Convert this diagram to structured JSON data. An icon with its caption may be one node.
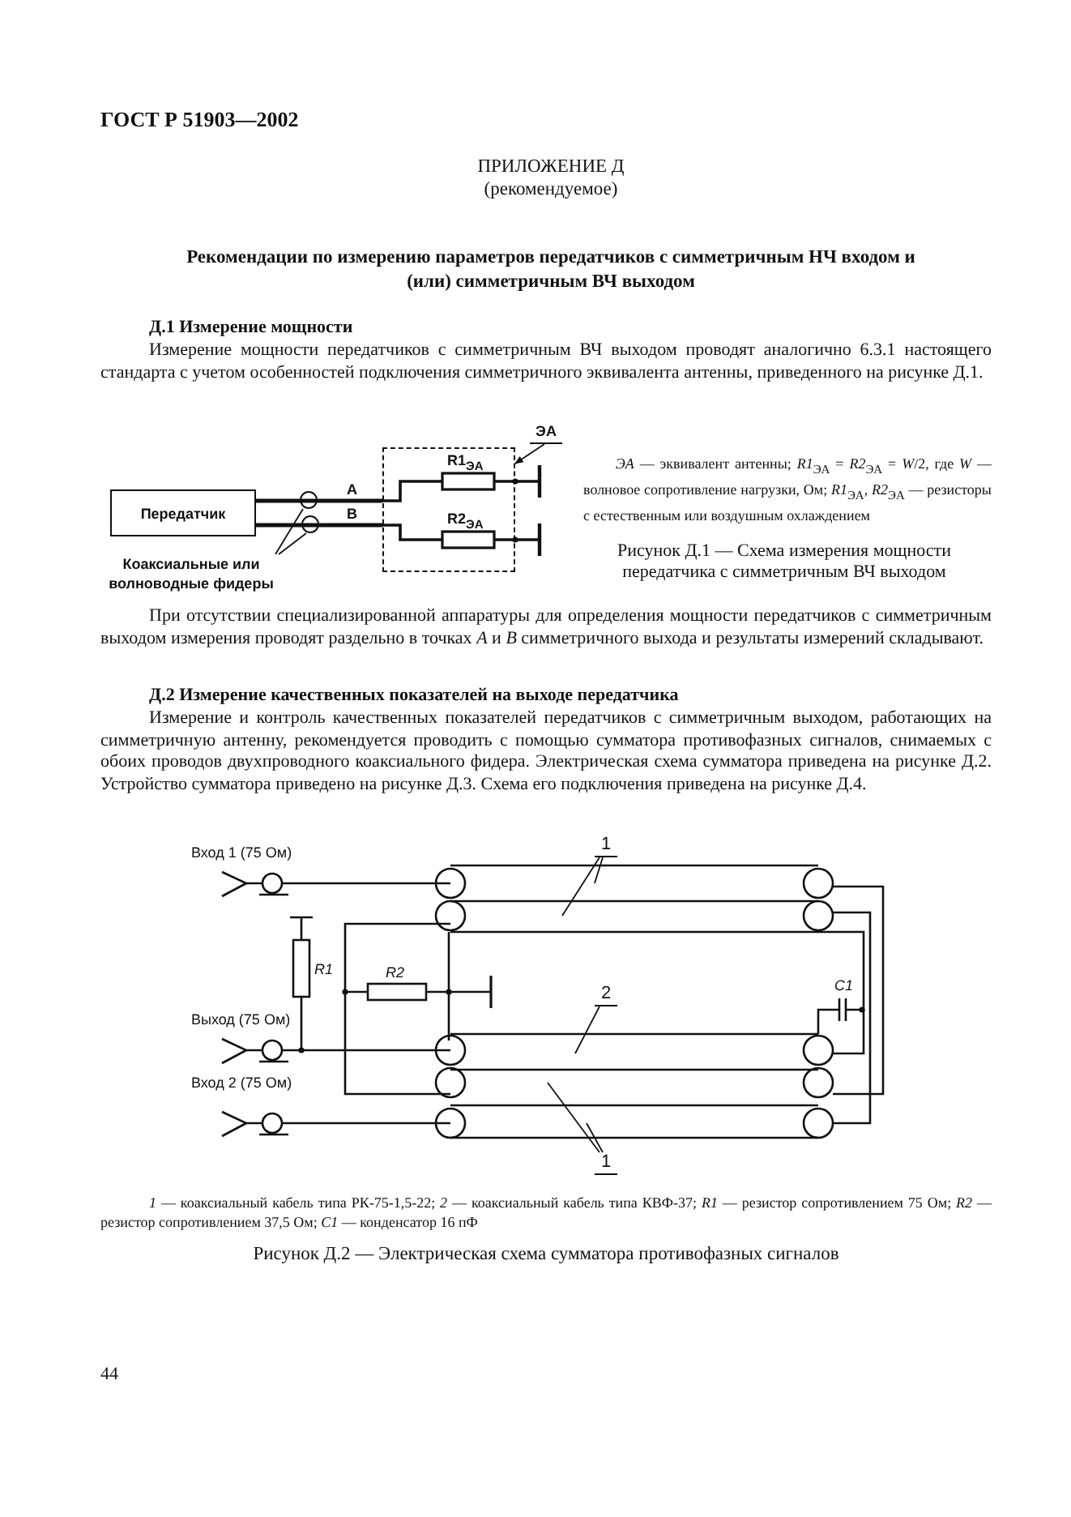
{
  "diagram": {
    "title": "Рекомендации по измерению параметров передатчиков с симметричным НЧ входом и (или) симметричным ВЧ выходом",
    "nodes": [
      {
        "text": [
          "Передатчик"
        ]
      },
      {
        "text": [],
        "shape": "box"
      },
      {
        "text": [
          "Коаксиальные или волноводные фидеры"
        ]
      },
      {
        "text": [
          "ЭА"
        ]
      },
      {
        "text": [
          "1"
        ]
      },
      {
        "text": [
          "2"
        ]
      },
      {
        "text": [
          "1"
        ]
      },
      {
        "text": [],
        "shape": "circle"
      },
      {
        "text": [],
        "shape": "circle"
      }
    ],
    "edges": [
      {
        "from": 0,
        "to": 1,
        "arrow": "none",
        "label": "A",
        "style": "thick"
      },
      {
        "from": 0,
        "to": 1,
        "arrow": "none",
        "label": "B",
        "style": "thick"
      },
      {
        "from": 2,
        "to": 7,
        "arrow": "none"
      },
      {
        "from": 2,
        "to": 8,
        "arrow": "none"
      },
      {
        "from": 3,
        "to": 1,
        "arrow": "to"
      },
      {
        "from": 4,
        "to": null,
        "arrow": "none"
      },
      {
        "from": 4,
        "to": null,
        "arrow": "none"
      },
      {
        "from": 5,
        "to": null,
        "arrow": "none"
      },
      {
        "from": 6,
        "to": null,
        "arrow": "none"
      },
      {
        "from": 6,
        "to": null,
        "arrow": "none"
      }
    ],
    "labels": [
      "ГОСТ Р 51903—2002",
      "ПРИЛОЖЕНИЕ Д",
      "(рекомендуемое)",
      "Д.1 Измерение мощности",
      "Измерение мощности передатчиков с симметричным ВЧ выходом проводят аналогично 6.3.1 настоящего стандарта с учетом особенностей подключения симметричного эквивалента антенны, приведенного на рисунке Д.1.",
      "R1$_{ЭА}$",
      "R2$_{ЭА}$",
      "*ЭА* — эквивалент антенны; *R1*$_{ЭА}$ = *R2*$_{ЭА}$ = *W*/2, где *W* — волновое сопротивление нагрузки, Ом; *R1*$_{ЭА}$, *R2*$_{ЭА}$ — резисторы с естественным или воздушным охлаждением",
      "Рисунок Д.1 — Схема измерения мощности передатчика с симметричным ВЧ выходом",
      "При отсутствии специализированной аппаратуры для определения мощности передатчиков с симметричным выходом измерения проводят раздельно в точках *A* и *B* симметричного выхода и результаты измерений складывают.",
      "Д.2 Измерение качественных показателей на выходе передатчика",
      "Измерение и контроль качественных показателей передатчиков с симметричным выходом, работающих на симметричную антенну, рекомендуется проводить с помощью сумматора противофазных сигналов, снимаемых с обоих проводов двухпроводного коаксиального фидера. Электрическая схема сумматора приведена на рисунке Д.2. Устройство сумматора приведено на рисунке Д.3. Схема его подключения приведена на рисунке Д.4.",
      "Вход 1 (75 Ом)",
      "R1",
      "R2",
      "Выход (75 Ом)",
      "C1",
      "Вход 2 (75 Ом)",
      "*1* — коаксиальный кабель типа РК-75-1,5-22; *2* — коаксиальный кабель типа КВФ-37; *R1* — резистор сопротивлением 75 Ом; *R2* — резистор сопротивлением 37,5 Ом; *C1* — конденсатор 16 пФ",
      "Рисунок Д.2 — Электрическая схема сумматора противофазных сигналов",
      "44"
    ]
  }
}
